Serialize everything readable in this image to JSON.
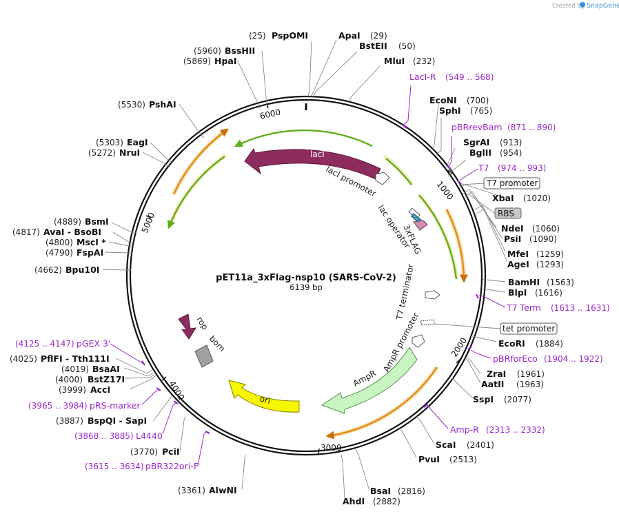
{
  "credit": {
    "prefix": "Created by",
    "brand": "SnapGene"
  },
  "plasmid": {
    "name": "pET11a_3xFlag-nsp10 (SARS-CoV-2)",
    "size_label": "6139 bp"
  },
  "ticks": [
    "1000",
    "2000",
    "3000",
    "4000",
    "5000",
    "6000"
  ],
  "restriction_sites": [
    {
      "pos": "(25)",
      "name": "PspOMI"
    },
    {
      "pos": "(29)",
      "name": "ApaI"
    },
    {
      "pos": "(50)",
      "name": "BstEII"
    },
    {
      "pos": "(232)",
      "name": "MluI"
    },
    {
      "pos": "(700)",
      "name": "EcoNI"
    },
    {
      "pos": "(765)",
      "name": "SphI"
    },
    {
      "pos": "(913)",
      "name": "SgrAI"
    },
    {
      "pos": "(954)",
      "name": "BglII"
    },
    {
      "pos": "(1020)",
      "name": "XbaI"
    },
    {
      "pos": "(1060)",
      "name": "NdeI"
    },
    {
      "pos": "(1090)",
      "name": "PsiI"
    },
    {
      "pos": "(1259)",
      "name": "MfeI"
    },
    {
      "pos": "(1293)",
      "name": "AgeI"
    },
    {
      "pos": "(1563)",
      "name": "BamHI"
    },
    {
      "pos": "(1616)",
      "name": "BlpI"
    },
    {
      "pos": "(1884)",
      "name": "EcoRI"
    },
    {
      "pos": "(1961)",
      "name": "ZraI"
    },
    {
      "pos": "(1963)",
      "name": "AatII"
    },
    {
      "pos": "(2077)",
      "name": "SspI"
    },
    {
      "pos": "(2401)",
      "name": "ScaI"
    },
    {
      "pos": "(2513)",
      "name": "PvuI"
    },
    {
      "pos": "(2816)",
      "name": "BsaI"
    },
    {
      "pos": "(2882)",
      "name": "AhdI"
    },
    {
      "pos": "(3361)",
      "name": "AlwNI"
    },
    {
      "pos": "(3770)",
      "name": "PciI"
    },
    {
      "pos": "(3887)",
      "name": "BspQI - SapI"
    },
    {
      "pos": "(3999)",
      "name": "AccI"
    },
    {
      "pos": "(4000)",
      "name": "BstZ17I"
    },
    {
      "pos": "(4019)",
      "name": "BsaAI"
    },
    {
      "pos": "(4025)",
      "name": "PflFI - Tth111I"
    },
    {
      "pos": "(4662)",
      "name": "Bpu10I"
    },
    {
      "pos": "(4790)",
      "name": "FspAI"
    },
    {
      "pos": "(4800)",
      "name": "MscI *"
    },
    {
      "pos": "(4817)",
      "name": "AvaI - BsoBI"
    },
    {
      "pos": "(4889)",
      "name": "BsmI"
    },
    {
      "pos": "(5272)",
      "name": "NruI"
    },
    {
      "pos": "(5303)",
      "name": "EagI"
    },
    {
      "pos": "(5530)",
      "name": "PshAI"
    },
    {
      "pos": "(5869)",
      "name": "HpaI"
    },
    {
      "pos": "(5960)",
      "name": "BssHII"
    }
  ],
  "primers": [
    {
      "name": "LacI-R",
      "range": "(549 .. 568)"
    },
    {
      "name": "pBRrevBam",
      "range": "(871 .. 890)"
    },
    {
      "name": "T7",
      "range": "(974 .. 993)"
    },
    {
      "name": "T7 Term",
      "range": "(1613 .. 1631)"
    },
    {
      "name": "pBRforEco",
      "range": "(1904 .. 1922)"
    },
    {
      "name": "Amp-R",
      "range": "(2313 .. 2332)"
    },
    {
      "name": "pBR322ori-F",
      "range": "(3615 .. 3634)"
    },
    {
      "name": "L4440",
      "range": "(3868 .. 3885)"
    },
    {
      "name": "pRS-marker",
      "range": "(3965 .. 3984)"
    },
    {
      "name": "pGEX 3'",
      "range": "(4125 .. 4147)"
    }
  ],
  "boxed_features": [
    "T7 promoter",
    "RBS",
    "tet promoter"
  ],
  "features": {
    "lacI": "lacI",
    "lacI_promoter": "lacI promoter",
    "lac_operator": "lac operator",
    "flag": "3xFLAG",
    "t7_terminator": "T7 terminator",
    "ampr_promoter": "AmpR promoter",
    "ampr": "AmpR",
    "ori": "ori",
    "rop": "rop",
    "bom": "bom"
  },
  "colors": {
    "lacI": "#8e2c5f",
    "ampr": "#c9f5c3",
    "ori": "#f7f700",
    "rop": "#8e2c5f",
    "bom": "#a0a0a0",
    "orf_arrow": "#61ac1b",
    "orf_arrow_alt": "#e08c14",
    "primer": "#9b27c9"
  }
}
